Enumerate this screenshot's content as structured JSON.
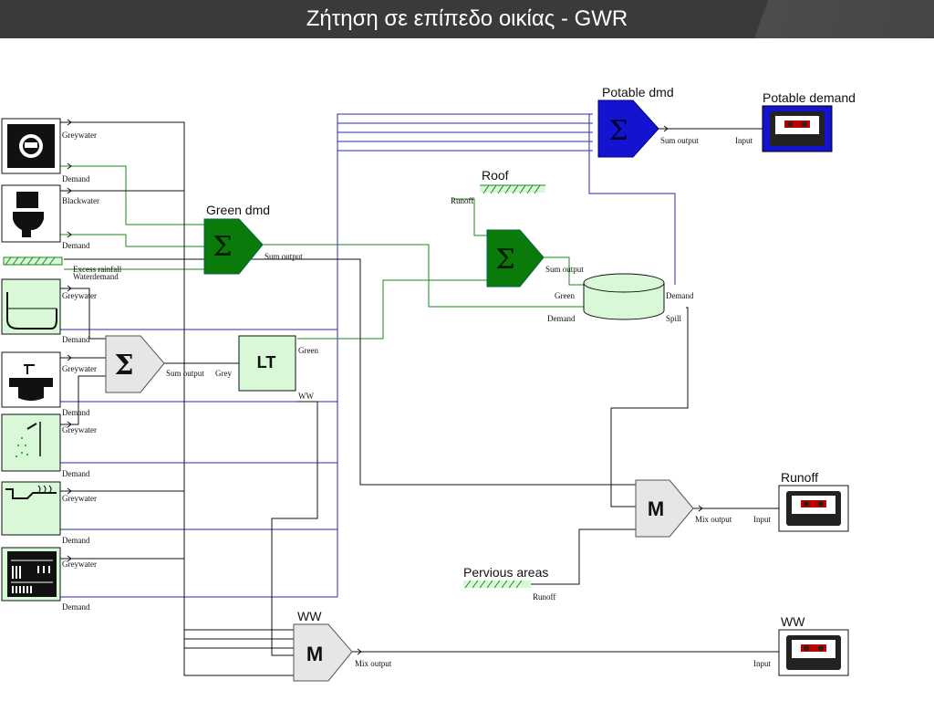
{
  "title": "Ζήτηση σε επίπεδο οικίας - GWR",
  "colors": {
    "green_wire": "#1a8a1a",
    "blue_wire": "#2a2ab0",
    "black_wire": "#111111",
    "green_block": "#0a7a0a",
    "blue_block": "#1414d0",
    "light_green": "#d8f8d8"
  },
  "blocks": {
    "green_dmd": "Green dmd",
    "potable_dmd": "Potable dmd",
    "potable_demand": "Potable demand",
    "roof": "Roof",
    "runoff": "Runoff",
    "pervious_areas": "Pervious areas",
    "ww_mixer": "WW",
    "ww_out": "WW",
    "lt": "LT",
    "sigma": "Σ",
    "mixer": "M"
  },
  "ports": {
    "greywater": "Greywater",
    "demand": "Demand",
    "blackwater": "Blackwater",
    "excess_rainfall": "Excess rainfall",
    "water_demand": "Waterdemand",
    "sum_output": "Sum output",
    "input": "Input",
    "runoff": "Runoff",
    "green": "Green",
    "spill": "Spill",
    "mix_output": "Mix output",
    "grey": "Grey",
    "ww": "WW"
  },
  "icons": [
    "washing-machine-icon",
    "toilet-icon",
    "garden-icon",
    "bathtub-icon",
    "sink-icon",
    "shower-icon",
    "kitchen-sink-icon",
    "dishwasher-icon"
  ]
}
